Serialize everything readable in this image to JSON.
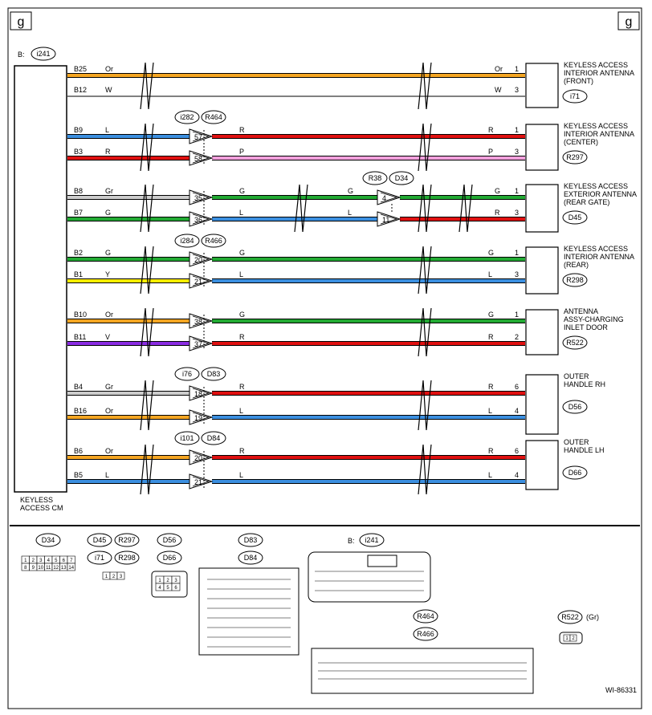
{
  "page_letter": "g",
  "ecu": {
    "prefix": "B:",
    "code": "i241",
    "name_line1": "KEYLESS",
    "name_line2": "ACCESS CM"
  },
  "circuits": [
    {
      "pin": "B25",
      "color_code": "Or",
      "hex": "#f5a623",
      "right_code": "Or",
      "right_hex": "#f5a623",
      "right_pin": "1",
      "conn": null
    },
    {
      "pin": "B12",
      "color_code": "W",
      "hex": null,
      "right_code": "W",
      "right_hex": null,
      "right_pin": "3",
      "conn": null
    },
    {
      "pin": "B9",
      "color_code": "L",
      "hex": "#3b8fe0",
      "mid_code": "R",
      "right_code": "R",
      "right_hex": "#e01010",
      "right_pin": "1",
      "conn_pin": "57"
    },
    {
      "pin": "B3",
      "color_code": "R",
      "hex": "#e01010",
      "mid_code": "P",
      "right_code": "P",
      "right_hex": "#f2a0dc",
      "right_pin": "3",
      "conn_pin": "58"
    },
    {
      "pin": "B8",
      "color_code": "Gr",
      "hex": "#cccccc",
      "mid_code": "G",
      "mid2_code": "G",
      "right_code": "G",
      "right_hex": "#22aa33",
      "right_pin": "1",
      "conn_pin": "35",
      "conn2_pin": "4"
    },
    {
      "pin": "B7",
      "color_code": "G",
      "hex": "#22aa33",
      "mid_code": "L",
      "mid2_code": "L",
      "right_code": "R",
      "right_hex": "#e01010",
      "right_pin": "3",
      "conn_pin": "36",
      "conn2_pin": "11"
    },
    {
      "pin": "B2",
      "color_code": "G",
      "hex": "#22aa33",
      "mid_code": "G",
      "right_code": "G",
      "right_hex": "#22aa33",
      "right_pin": "1",
      "conn_pin": "20"
    },
    {
      "pin": "B1",
      "color_code": "Y",
      "hex": "#ffee00",
      "mid_code": "L",
      "right_code": "L",
      "right_hex": "#3b8fe0",
      "right_pin": "3",
      "conn_pin": "21"
    },
    {
      "pin": "B10",
      "color_code": "Or",
      "hex": "#f5a623",
      "mid_code": "G",
      "right_code": "G",
      "right_hex": "#22aa33",
      "right_pin": "1",
      "conn_pin": "38"
    },
    {
      "pin": "B11",
      "color_code": "V",
      "hex": "#8a2be2",
      "mid_code": "R",
      "right_code": "R",
      "right_hex": "#e01010",
      "right_pin": "2",
      "conn_pin": "37"
    },
    {
      "pin": "B4",
      "color_code": "Gr",
      "hex": "#cccccc",
      "mid_code": "R",
      "right_code": "R",
      "right_hex": "#e01010",
      "right_pin": "6",
      "conn_pin": "18"
    },
    {
      "pin": "B16",
      "color_code": "Or",
      "hex": "#f5a623",
      "mid_code": "L",
      "right_code": "L",
      "right_hex": "#3b8fe0",
      "right_pin": "4",
      "conn_pin": "19"
    },
    {
      "pin": "B6",
      "color_code": "Or",
      "hex": "#f5a623",
      "mid_code": "R",
      "right_code": "R",
      "right_hex": "#e01010",
      "right_pin": "6",
      "conn_pin": "20"
    },
    {
      "pin": "B5",
      "color_code": "L",
      "hex": "#3b8fe0",
      "mid_code": "L",
      "right_code": "L",
      "right_hex": "#3b8fe0",
      "right_pin": "4",
      "conn_pin": "21"
    }
  ],
  "junction_connectors": [
    {
      "a": "i282",
      "b": "R464"
    },
    {
      "a": "R38",
      "b": "D34"
    },
    {
      "a": "i284",
      "b": "R466"
    },
    {
      "a": "i76",
      "b": "D83"
    },
    {
      "a": "i101",
      "b": "D84"
    }
  ],
  "components": [
    {
      "l1": "KEYLESS ACCESS",
      "l2": "INTERIOR ANTENNA",
      "l3": "(FRONT)",
      "code": "i71"
    },
    {
      "l1": "KEYLESS ACCESS",
      "l2": "INTERIOR ANTENNA",
      "l3": "(CENTER)",
      "code": "R297"
    },
    {
      "l1": "KEYLESS ACCESS",
      "l2": "EXTERIOR ANTENNA",
      "l3": "(REAR GATE)",
      "code": "D45"
    },
    {
      "l1": "KEYLESS ACCESS",
      "l2": "INTERIOR ANTENNA",
      "l3": "(REAR)",
      "code": "R298"
    },
    {
      "l1": "ANTENNA",
      "l2": "ASSY-CHARGING",
      "l3": "INLET DOOR",
      "code": "R522"
    },
    {
      "l1": "OUTER",
      "l2": "HANDLE RH",
      "l3": "",
      "code": "D56"
    },
    {
      "l1": "OUTER",
      "l2": "HANDLE LH",
      "l3": "",
      "code": "D66"
    }
  ],
  "legend": {
    "d34": "D34",
    "d45": "D45",
    "r297": "R297",
    "i71": "i71",
    "r298": "R298",
    "d56": "D56",
    "d66": "D66",
    "d83": "D83",
    "d84": "D84",
    "b_prefix": "B:",
    "i241": "i241",
    "r464": "R464",
    "r466": "R466",
    "r522": "R522",
    "r522_color": "(Gr)",
    "d34_row1": [
      "1",
      "2",
      "3",
      "4",
      "5",
      "6",
      "7"
    ],
    "d34_row2": [
      "8",
      "9",
      "10",
      "11",
      "12",
      "13",
      "14"
    ],
    "small3": [
      "1",
      "2",
      "3"
    ],
    "d56_row1": [
      "1",
      "2",
      "3"
    ],
    "d56_row2": [
      "4",
      "5",
      "6"
    ],
    "r522_pins": [
      "1",
      "2"
    ]
  },
  "figure_id": "WI-86331"
}
